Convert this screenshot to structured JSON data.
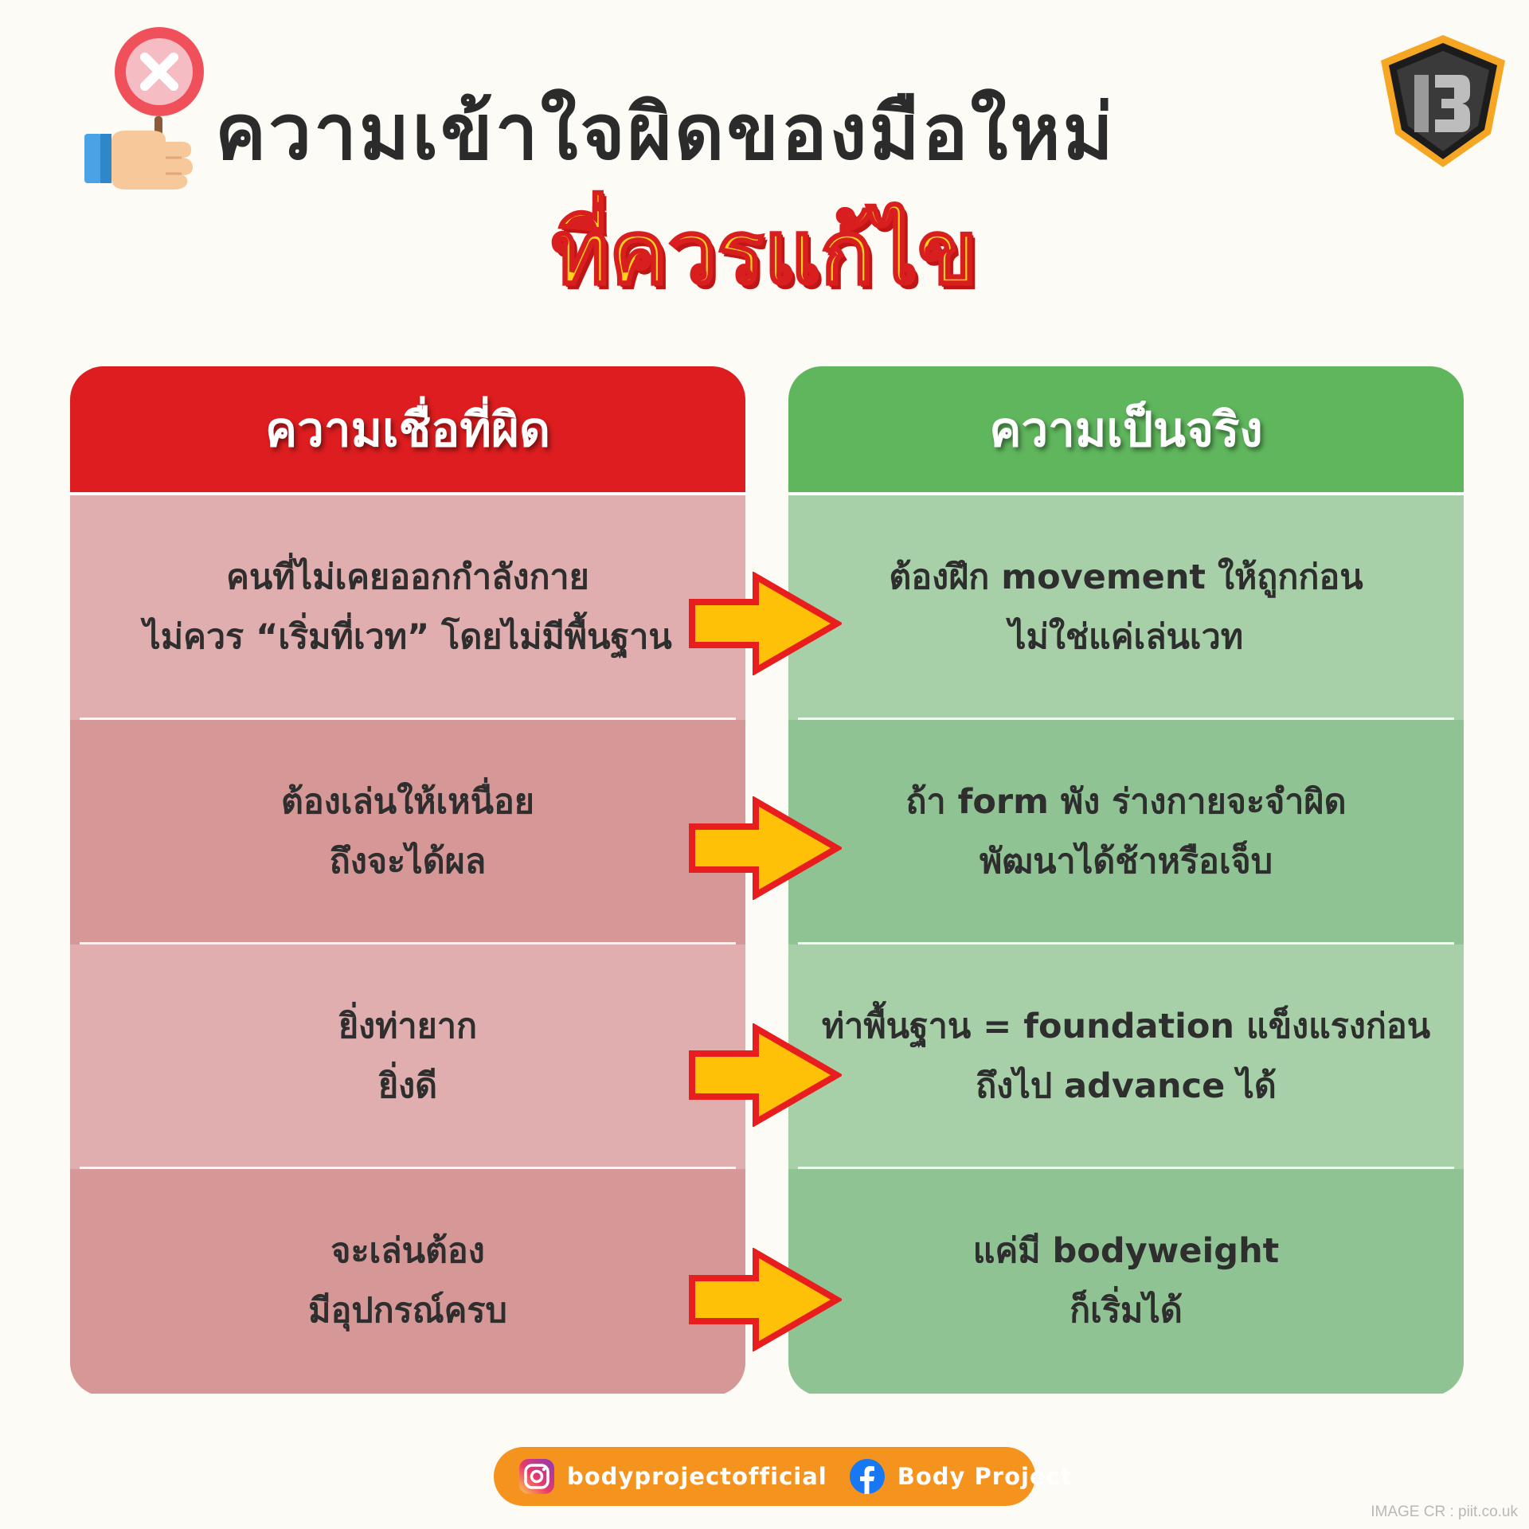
{
  "header": {
    "title_line1": "ความเข้าใจผิดของมือใหม่",
    "title_line2": "ที่ควรแก้ไข",
    "hand_icon": "hand-holding-x-sign-icon",
    "logo_icon": "body-project-logo-icon"
  },
  "comparison": {
    "left": {
      "header": "ความเชื่อที่ผิด",
      "color": "#dd1d1f",
      "rows": [
        {
          "lines": [
            "คนที่ไม่เคยออกกำลังกาย",
            "ไม่ควร “เริ่มที่เวท” โดยไม่มีพื้นฐาน"
          ]
        },
        {
          "lines": [
            "ต้องเล่นให้เหนื่อย",
            "ถึงจะได้ผล"
          ]
        },
        {
          "lines": [
            "ยิ่งท่ายาก",
            "ยิ่งดี"
          ]
        },
        {
          "lines": [
            "จะเล่นต้อง",
            "มีอุปกรณ์ครบ"
          ]
        }
      ]
    },
    "right": {
      "header": "ความเป็นจริง",
      "color": "#5fb65c",
      "rows": [
        {
          "lines": [
            "ต้องฝึก movement ให้ถูกก่อน",
            "ไม่ใช่แค่เล่นเวท"
          ]
        },
        {
          "lines": [
            "ถ้า form พัง ร่างกายจะจำผิด",
            "พัฒนาได้ช้าหรือเจ็บ"
          ]
        },
        {
          "lines": [
            "ท่าพื้นฐาน = foundation แข็งแรงก่อน",
            "ถึงไป advance ได้"
          ]
        },
        {
          "lines": [
            "แค่มี bodyweight",
            "ก็เริ่มได้"
          ]
        }
      ]
    },
    "arrow_icon": "right-arrow-icon",
    "arrow_fill": "#ffc107",
    "arrow_stroke": "#e81e1e"
  },
  "footer": {
    "instagram_icon": "instagram-icon",
    "instagram_label": "bodyprojectofficial",
    "facebook_icon": "facebook-icon",
    "facebook_label": "Body Project",
    "pill_color": "#f5931f"
  },
  "credit": "IMAGE CR : piit.co.uk"
}
